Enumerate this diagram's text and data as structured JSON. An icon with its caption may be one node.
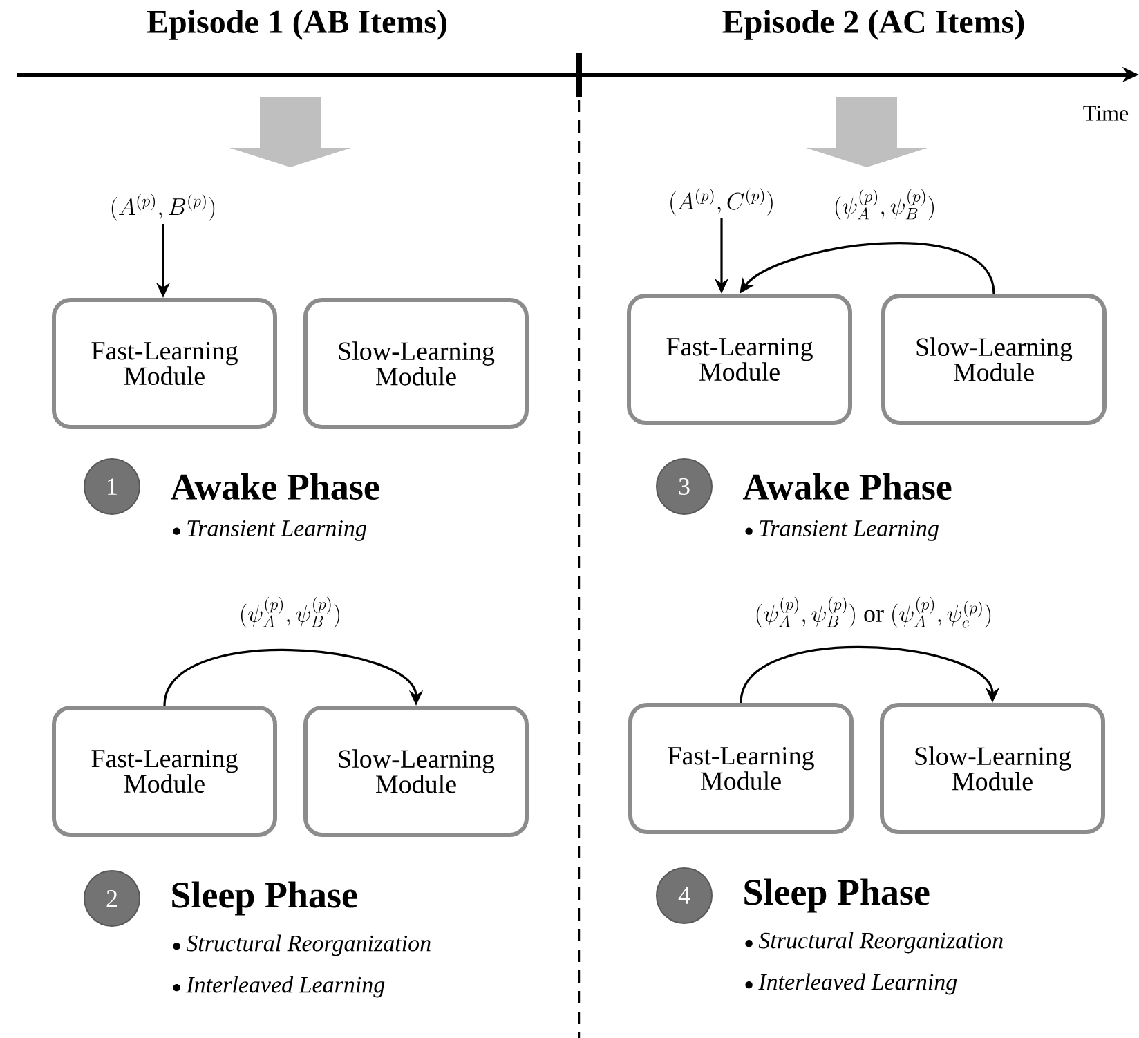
{
  "diagram": {
    "nodes": [
      {
        "text": [
          "(A^{(p)}, B^{(p)})"
        ]
      },
      {
        "text": [
          "Fast-Learning Module"
        ]
      },
      {
        "text": [
          "Slow-Learning Module"
        ]
      },
      {
        "text": [
          "1"
        ]
      },
      {
        "text": [
          "Fast-Learning Module"
        ]
      },
      {
        "text": [
          "Slow-Learning Module"
        ]
      },
      {
        "text": [
          "2"
        ]
      },
      {
        "text": [
          "(A^{(p)}, C^{(p)})"
        ]
      },
      {
        "text": [
          "Fast-Learning Module"
        ]
      },
      {
        "text": [
          "Slow-Learning Module"
        ]
      },
      {
        "text": [
          "3"
        ]
      },
      {
        "text": [
          "Fast-Learning Module"
        ]
      },
      {
        "text": [
          "Slow-Learning Module"
        ]
      },
      {
        "text": [
          "4"
        ]
      }
    ],
    "edges": [
      {
        "from": 0,
        "to": 1,
        "arrow": "to"
      },
      {
        "from": 4,
        "to": 5,
        "arrow": "to",
        "label": "(\\psi_A^{(p)},\\psi_B^{(p)})"
      },
      {
        "from": 7,
        "to": 8,
        "arrow": "to"
      },
      {
        "from": 9,
        "to": 8,
        "arrow": "to",
        "label": "(\\psi_A^{(p)},\\psi_B^{(p)})"
      },
      {
        "from": 11,
        "to": 12,
        "arrow": "to",
        "label": "(\\psi_A^{(p)},\\psi_B^{(p)})\\ \\mathrm{or}\\ (\\psi_A^{(p)},\\psi_c^{(p)})"
      }
    ],
    "labels": [
      "Episode 1 (AB Items)",
      "Episode 2 (AC Items)",
      "Time",
      "Awake Phase",
      "Transient Learning",
      "Sleep Phase",
      "Structural Reorganization",
      "Interleaved Learning",
      "Awake Phase",
      "Transient Learning",
      "Sleep Phase",
      "Structural Reorganization",
      "Interleaved Learning"
    ]
  }
}
